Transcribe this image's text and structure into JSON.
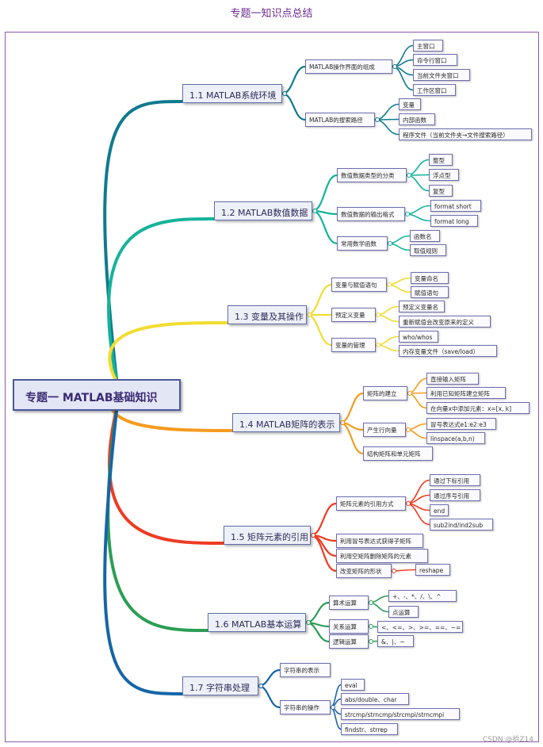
{
  "title": "专题一知识点总结",
  "watermark": "CSDN @拾Z14",
  "colors": {
    "s1": "#0f7a8e",
    "s2": "#14b39a",
    "s3": "#f2dc30",
    "s4": "#f59b1e",
    "s5": "#ee3b22",
    "s6": "#2b9e54",
    "s7": "#1565a8"
  },
  "root": {
    "id": "root",
    "label": "专题一 MATLAB基础知识"
  },
  "sections": [
    {
      "id": "s1",
      "label": "1.1 MATLAB系统环境",
      "color": "s1"
    },
    {
      "id": "s2",
      "label": "1.2 MATLAB数值数据",
      "color": "s2"
    },
    {
      "id": "s3",
      "label": "1.3 变量及其操作",
      "color": "s3"
    },
    {
      "id": "s4",
      "label": "1.4 MATLAB矩阵的表示",
      "color": "s4"
    },
    {
      "id": "s5",
      "label": "1.5 矩阵元素的引用",
      "color": "s5"
    },
    {
      "id": "s6",
      "label": "1.6 MATLAB基本运算",
      "color": "s6"
    },
    {
      "id": "s7",
      "label": "1.7 字符串处理",
      "color": "s7"
    }
  ],
  "nodes": [
    {
      "id": "s1a",
      "parent": "s1",
      "label": "MATLAB操作界面的组成"
    },
    {
      "id": "s1a1",
      "parent": "s1a",
      "label": "主窗口"
    },
    {
      "id": "s1a2",
      "parent": "s1a",
      "label": "命令行窗口"
    },
    {
      "id": "s1a3",
      "parent": "s1a",
      "label": "当前文件夹窗口"
    },
    {
      "id": "s1a4",
      "parent": "s1a",
      "label": "工作区窗口"
    },
    {
      "id": "s1b",
      "parent": "s1",
      "label": "MATLAB的搜索路径"
    },
    {
      "id": "s1b1",
      "parent": "s1b",
      "label": "变量"
    },
    {
      "id": "s1b2",
      "parent": "s1b",
      "label": "内部函数"
    },
    {
      "id": "s1b3",
      "parent": "s1b",
      "label": "程序文件（当前文件夹→文件搜索路径）"
    },
    {
      "id": "s2a",
      "parent": "s2",
      "label": "数值数据类型的分类"
    },
    {
      "id": "s2a1",
      "parent": "s2a",
      "label": "整型"
    },
    {
      "id": "s2a2",
      "parent": "s2a",
      "label": "浮点型"
    },
    {
      "id": "s2a3",
      "parent": "s2a",
      "label": "复型"
    },
    {
      "id": "s2b",
      "parent": "s2",
      "label": "数值数据的输出格式"
    },
    {
      "id": "s2b1",
      "parent": "s2b",
      "label": "format short"
    },
    {
      "id": "s2b2",
      "parent": "s2b",
      "label": "format long"
    },
    {
      "id": "s2c",
      "parent": "s2",
      "label": "常用数学函数"
    },
    {
      "id": "s2c1",
      "parent": "s2c",
      "label": "函数名"
    },
    {
      "id": "s2c2",
      "parent": "s2c",
      "label": "取值规则"
    },
    {
      "id": "s3a",
      "parent": "s3",
      "label": "变量与赋值语句"
    },
    {
      "id": "s3a1",
      "parent": "s3a",
      "label": "变量命名"
    },
    {
      "id": "s3a2",
      "parent": "s3a",
      "label": "赋值语句"
    },
    {
      "id": "s3b",
      "parent": "s3",
      "label": "预定义变量"
    },
    {
      "id": "s3b1",
      "parent": "s3b",
      "label": "预定义变量名"
    },
    {
      "id": "s3b2",
      "parent": "s3b",
      "label": "重新赋值会改变原来的定义"
    },
    {
      "id": "s3c",
      "parent": "s3",
      "label": "变量的管理"
    },
    {
      "id": "s3c1",
      "parent": "s3c",
      "label": "who/whos"
    },
    {
      "id": "s3c2",
      "parent": "s3c",
      "label": "内存变量文件（save/load）"
    },
    {
      "id": "s4a",
      "parent": "s4",
      "label": "矩阵的建立"
    },
    {
      "id": "s4a1",
      "parent": "s4a",
      "label": "直接输入矩阵"
    },
    {
      "id": "s4a2",
      "parent": "s4a",
      "label": "利用已知矩阵建立矩阵"
    },
    {
      "id": "s4a3",
      "parent": "s4a",
      "label": "在向量x中添加元素：x=[x, k]"
    },
    {
      "id": "s4b",
      "parent": "s4",
      "label": "产生行向量"
    },
    {
      "id": "s4b1",
      "parent": "s4b",
      "label": "冒号表达式e1:e2:e3"
    },
    {
      "id": "s4b2",
      "parent": "s4b",
      "label": "linspace(a,b,n)"
    },
    {
      "id": "s4c",
      "parent": "s4",
      "label": "结构矩阵和单元矩阵"
    },
    {
      "id": "s5a",
      "parent": "s5",
      "label": "矩阵元素的引用方式"
    },
    {
      "id": "s5a1",
      "parent": "s5a",
      "label": "通过下标引用"
    },
    {
      "id": "s5a2",
      "parent": "s5a",
      "label": "通过序号引用"
    },
    {
      "id": "s5a3",
      "parent": "s5a",
      "label": "end"
    },
    {
      "id": "s5a4",
      "parent": "s5a",
      "label": "sub2ind/ind2sub"
    },
    {
      "id": "s5b",
      "parent": "s5",
      "label": "利用冒号表达式获得子矩阵"
    },
    {
      "id": "s5c",
      "parent": "s5",
      "label": "利用空矩阵删除矩阵的元素"
    },
    {
      "id": "s5d",
      "parent": "s5",
      "label": "改变矩阵的形状"
    },
    {
      "id": "s5d1",
      "parent": "s5d",
      "label": "reshape"
    },
    {
      "id": "s6a",
      "parent": "s6",
      "label": "算术运算"
    },
    {
      "id": "s6a1",
      "parent": "s6a",
      "label": "+、-、*、/、\\、^"
    },
    {
      "id": "s6a2",
      "parent": "s6a",
      "label": "点运算"
    },
    {
      "id": "s6b",
      "parent": "s6",
      "label": "关系运算"
    },
    {
      "id": "s6b1",
      "parent": "s6b",
      "label": "<、<=、>、>=、==、~="
    },
    {
      "id": "s6c",
      "parent": "s6",
      "label": "逻辑运算"
    },
    {
      "id": "s6c1",
      "parent": "s6c",
      "label": "&、|、~"
    },
    {
      "id": "s7a",
      "parent": "s7",
      "label": "字符串的表示"
    },
    {
      "id": "s7b",
      "parent": "s7",
      "label": "字符串的操作"
    },
    {
      "id": "s7b1",
      "parent": "s7b",
      "label": "eval"
    },
    {
      "id": "s7b2",
      "parent": "s7b",
      "label": "abs/double、char"
    },
    {
      "id": "s7b3",
      "parent": "s7b",
      "label": "strcmp/strncmp/strcmpi/strncmpi"
    },
    {
      "id": "s7b4",
      "parent": "s7b",
      "label": "findstr、strrep"
    }
  ]
}
